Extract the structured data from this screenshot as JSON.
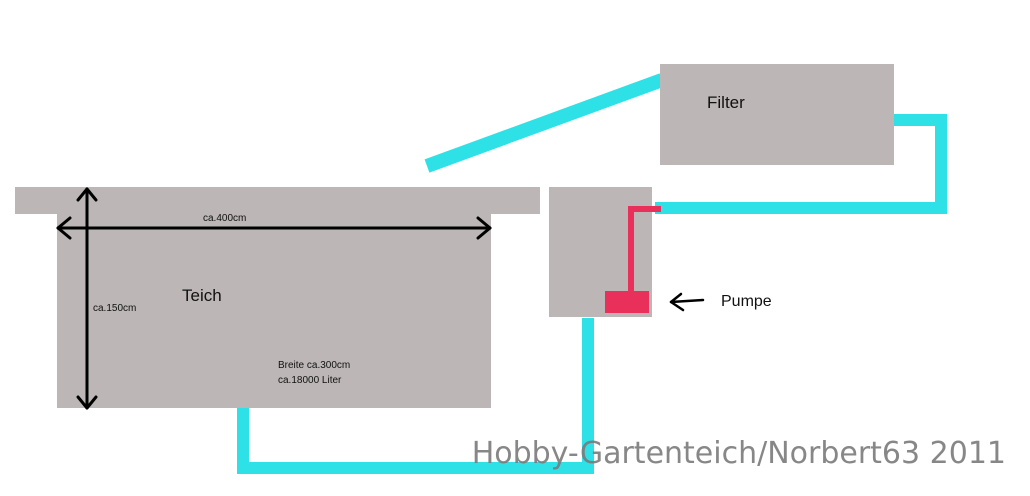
{
  "colors": {
    "background": "#ffffff",
    "box": "#bcb6b6",
    "pipe": "#2ee1e6",
    "pump": "#e8305a",
    "arrow": "#000000",
    "text": "#111111",
    "watermark": "#7a7a7a"
  },
  "diagram": {
    "pond_label": "Teich",
    "length_label": "ca.400cm",
    "depth_label": "ca.150cm",
    "width_label": "Breite ca.300cm",
    "volume_label": "ca.18000 Liter",
    "filter_label": "Filter",
    "pump_label": "Pumpe"
  },
  "watermark": "Hobby-Gartenteich/Norbert63 2011"
}
